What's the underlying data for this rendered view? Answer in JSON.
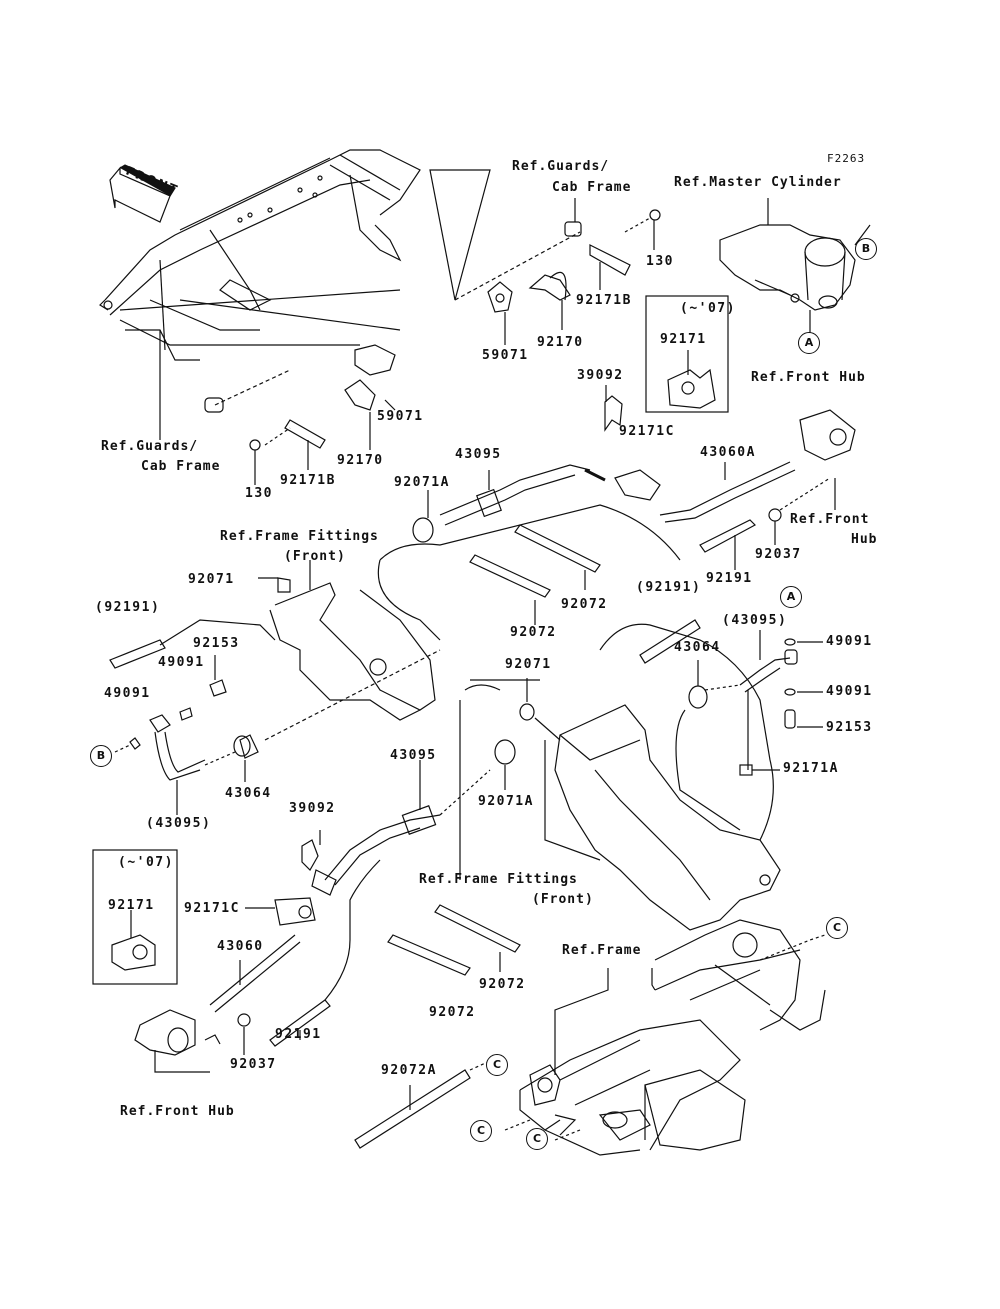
{
  "figure_code": "F2263",
  "front_arrow": "FRONT",
  "callouts": [
    "A",
    "A",
    "B",
    "B",
    "C",
    "C",
    "C",
    "C"
  ],
  "boxes": [
    {
      "note": "(~'07)",
      "part": "92171"
    },
    {
      "note": "(~'07)",
      "part": "92171"
    }
  ],
  "refs": {
    "guards_top_1": "Ref.Guards/",
    "guards_top_2": "Cab Frame",
    "master_cylinder": "Ref.Master Cylinder",
    "front_hub_top": "Ref.Front Hub",
    "guards_left_1": "Ref.Guards/",
    "guards_left_2": "Cab Frame",
    "front_hub_right_1": "Ref.Front",
    "front_hub_right_2": "Hub",
    "frame_fittings_1_a": "Ref.Frame Fittings",
    "frame_fittings_1_b": "(Front)",
    "frame_fittings_2_a": "Ref.Frame Fittings",
    "frame_fittings_2_b": "(Front)",
    "frame": "Ref.Frame",
    "front_hub_bottom": "Ref.Front Hub"
  },
  "parts": {
    "p130_top": "130",
    "p92171B_top": "92171B",
    "p59071_top": "59071",
    "p92170_top": "92170",
    "p39092_top": "39092",
    "p92171C_top": "92171C",
    "p59071_left": "59071",
    "p92170_left": "92170",
    "p130_left": "130",
    "p92171B_left": "92171B",
    "p43095_top": "43095",
    "p92071A_top": "92071A",
    "p43060A": "43060A",
    "p92037_top": "92037",
    "p92191_top": "92191",
    "p92072_a": "92072",
    "p92072_b": "92072",
    "p92071_left": "92071",
    "p92191_paren_left": "(92191)",
    "p92153_left": "92153",
    "p49091_left_a": "49091",
    "p49091_left_b": "49091",
    "p43064_left": "43064",
    "p43095_paren_left": "(43095)",
    "p92191_paren_right": "(92191)",
    "p43095_paren_right": "(43095)",
    "p43064_right": "43064",
    "p49091_right_a": "49091",
    "p49091_right_b": "49091",
    "p92153_right": "92153",
    "p92171A": "92171A",
    "p92071_mid": "92071",
    "p43095_mid": "43095",
    "p92071A_mid": "92071A",
    "p39092_mid": "39092",
    "p92171C_mid": "92171C",
    "p43060": "43060",
    "p92191_bottom": "92191",
    "p92037_bottom": "92037",
    "p92072_c": "92072",
    "p92072_d": "92072",
    "p92072A": "92072A"
  }
}
